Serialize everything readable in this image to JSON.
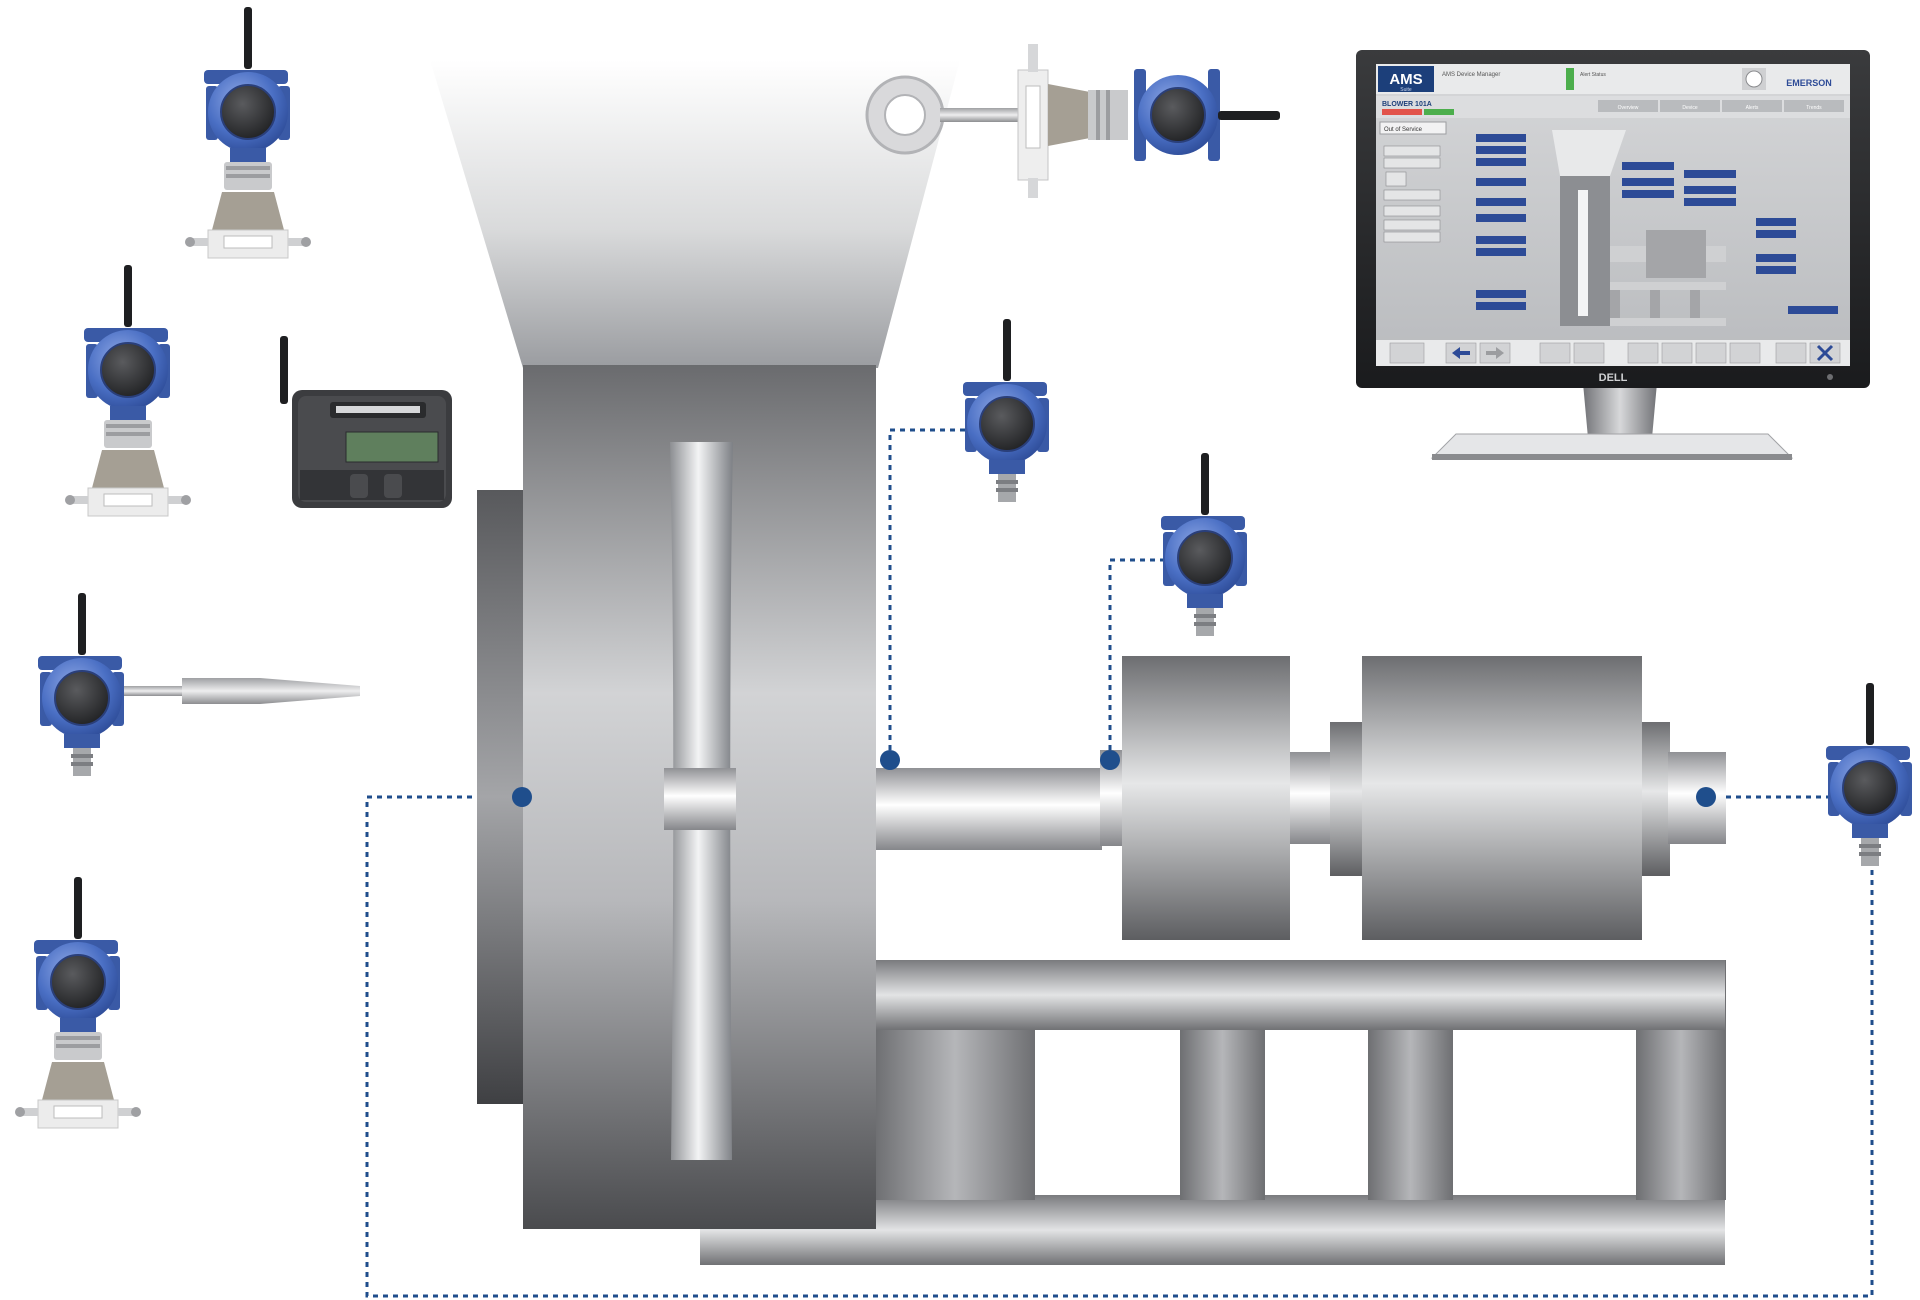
{
  "monitor": {
    "logo": "AMS",
    "logo_sub": "Suite",
    "header_title": "AMS Device Manager",
    "header_status": "Alert Status",
    "emerson_logo": "EMERSON",
    "asset_name": "BLOWER 101A",
    "tabs": [
      "Overview",
      "Device",
      "Alerts",
      "Trends"
    ],
    "status_text": "Out of Service",
    "brand": "DELL"
  },
  "colors": {
    "transmitter_blue": "#4a6fc4",
    "connection_line": "#1f4e8c",
    "background": "#ffffff",
    "machine_dark": "#5f6064"
  },
  "devices": [
    {
      "id": "transmitter-dp-top-left",
      "icon": "differential-pressure-transmitter-icon"
    },
    {
      "id": "transmitter-dp-mid-left",
      "icon": "differential-pressure-transmitter-icon"
    },
    {
      "id": "wireless-gateway",
      "icon": "wireless-gateway-icon"
    },
    {
      "id": "temperature-transmitter",
      "icon": "temperature-transmitter-icon"
    },
    {
      "id": "transmitter-dp-bottom-left",
      "icon": "differential-pressure-transmitter-icon"
    },
    {
      "id": "flow-transmitter-top",
      "icon": "flow-transmitter-icon"
    },
    {
      "id": "vibration-transmitter-1",
      "icon": "vibration-transmitter-icon"
    },
    {
      "id": "vibration-transmitter-2",
      "icon": "vibration-transmitter-icon"
    },
    {
      "id": "vibration-transmitter-3",
      "icon": "vibration-transmitter-icon"
    }
  ]
}
